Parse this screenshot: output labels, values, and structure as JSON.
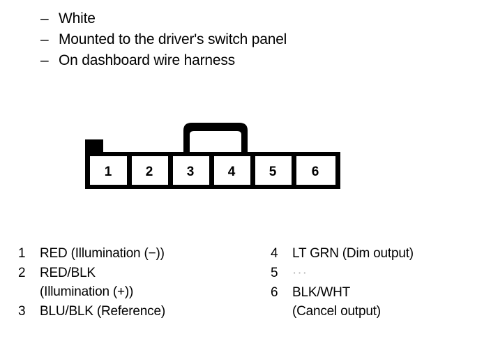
{
  "description": {
    "bullet_char": "–",
    "items": [
      "White",
      "Mounted to the driver's switch panel",
      "On dashboard wire harness"
    ]
  },
  "connector": {
    "cavity_count": 6,
    "cavity_labels": [
      "1",
      "2",
      "3",
      "4",
      "5",
      "6"
    ],
    "line_color": "#000000",
    "fill_color": "#ffffff",
    "has_locking_tab": true,
    "tab_position": "top-center",
    "has_left_keyway_step": true
  },
  "pin_legend": {
    "left_column": [
      {
        "pin": "1",
        "wire": "RED",
        "function": "(Illumination (−))",
        "line1": "RED (Illumination (−))",
        "line2": ""
      },
      {
        "pin": "2",
        "wire": "RED/BLK",
        "function": "(Illumination (+))",
        "line1": "RED/BLK",
        "line2": "(Illumination (+))"
      },
      {
        "pin": "3",
        "wire": "BLU/BLK",
        "function": "(Reference)",
        "line1": "BLU/BLK (Reference)",
        "line2": ""
      }
    ],
    "right_column": [
      {
        "pin": "4",
        "wire": "LT GRN",
        "function": "(Dim output)",
        "line1": "LT GRN (Dim output)",
        "line2": ""
      },
      {
        "pin": "5",
        "wire": "",
        "function": "",
        "line1": "···",
        "line2": ""
      },
      {
        "pin": "6",
        "wire": "BLK/WHT",
        "function": "(Cancel output)",
        "line1": "BLK/WHT",
        "line2": "(Cancel output)"
      }
    ]
  }
}
